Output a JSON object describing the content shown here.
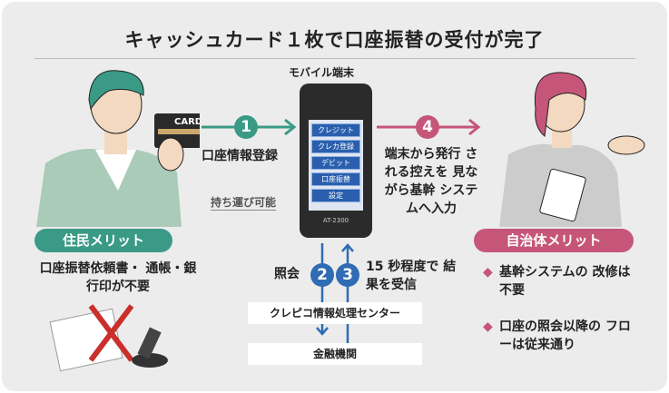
{
  "title": "キャッシュカード１枚で口座振替の受付が完了",
  "device": {
    "label": "モバイル端末",
    "model": "AT-2300",
    "portable": "持ち運び可能",
    "screen_buttons": [
      "クレジット",
      "クレカ登録",
      "デビット",
      "口座振替",
      "設定"
    ]
  },
  "card_label": "CARD",
  "steps": [
    {
      "number": "1",
      "label": "口座情報登録"
    },
    {
      "number": "2",
      "label": "照会"
    },
    {
      "number": "3",
      "label": "15 秒程度で 結果を受信"
    },
    {
      "number": "4",
      "label": "端末から発行 される控えを 見ながら基幹 システムへ入力"
    }
  ],
  "center_box": "クレピコ情報処理センター",
  "bank_box": "金融機関",
  "resident": {
    "label": "住民メリット",
    "text": "口座振替依頼書・ 通帳・銀行印が不要"
  },
  "municipality": {
    "label": "自治体メリット",
    "items": [
      "基幹システムの 改修は不要",
      "口座の照会以降の フローは従来通り"
    ]
  },
  "colors": {
    "teal": "#3a9a86",
    "pink": "#c65679",
    "blue": "#2f6cb3"
  }
}
